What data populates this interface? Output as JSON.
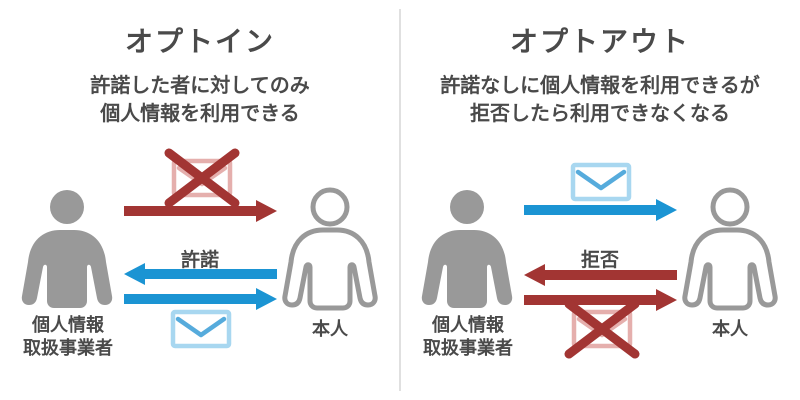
{
  "colors": {
    "c-red": "#A23533",
    "c-blue": "#1B94D3",
    "c-lightblue": "#A8D7F0",
    "c-midblue": "#56ABDC",
    "c-pink": "#E5AFAD",
    "c-gray": "#999999",
    "c-text": "#4A4A4A",
    "c-divider": "#E0E0E0"
  },
  "icons": {
    "business": "business-person-silhouette-icon",
    "individual": "person-outline-icon",
    "allowed_mail": "envelope-icon",
    "blocked_mail": "crossed-envelope-icon",
    "send_arrow": "arrow-right",
    "reply_arrow": "arrow-left"
  },
  "panels": {
    "optin": {
      "title": "オプトイン",
      "subtitle_line1": "許諾した者に対してのみ",
      "subtitle_line2": "個人情報を利用できる",
      "arrow_label": "許諾",
      "sender_label_line1": "個人情報",
      "sender_label_line2": "取扱事業者",
      "receiver_label": "本人"
    },
    "optout": {
      "title": "オプトアウト",
      "subtitle_line1": "許諾なしに個人情報を利用できるが",
      "subtitle_line2": "拒否したら利用できなくなる",
      "arrow_label": "拒否",
      "sender_label_line1": "個人情報",
      "sender_label_line2": "取扱事業者",
      "receiver_label": "本人"
    }
  }
}
